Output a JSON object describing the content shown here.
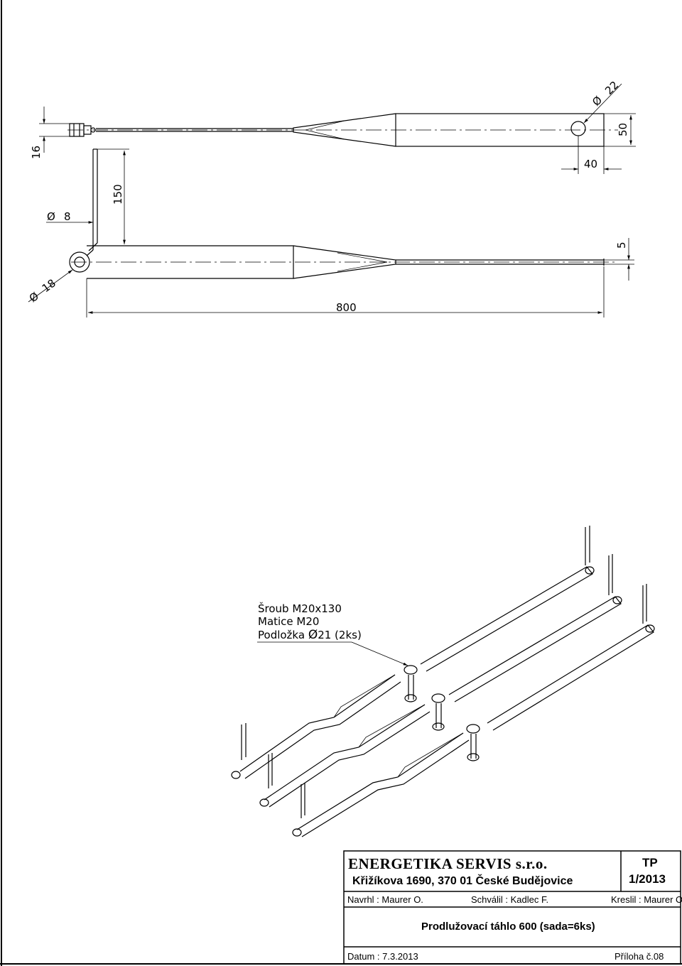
{
  "dimensions": {
    "d16": "16",
    "d150": "150",
    "dia8": "8",
    "dia18": "18",
    "dia22": "22",
    "d50": "50",
    "d40": "40",
    "d5": "5",
    "d800": "800",
    "diameter_symbol": "Ø"
  },
  "callout": {
    "line1": "Šroub M20x130",
    "line2": "Matice M20",
    "line3_prefix": "Podložka ",
    "line3_symbol": "Ø",
    "line3_suffix": "21 (2ks)"
  },
  "title_block": {
    "company": "ENERGETIKA SERVIS s.r.o.",
    "address": "Křižíkova 1690, 370 01 České Budějovice",
    "doc_type": "TP",
    "doc_number": "1/2013",
    "designed_by": "Navrhl : Maurer O.",
    "approved_by": "Schválil : Kadlec F.",
    "drawn_by": "Kreslil  : Maurer O.",
    "title": "Prodlužovací táhlo 600 (sada=6ks)",
    "date": "Datum : 7.3.2013",
    "attachment": "Příloha č.08"
  }
}
